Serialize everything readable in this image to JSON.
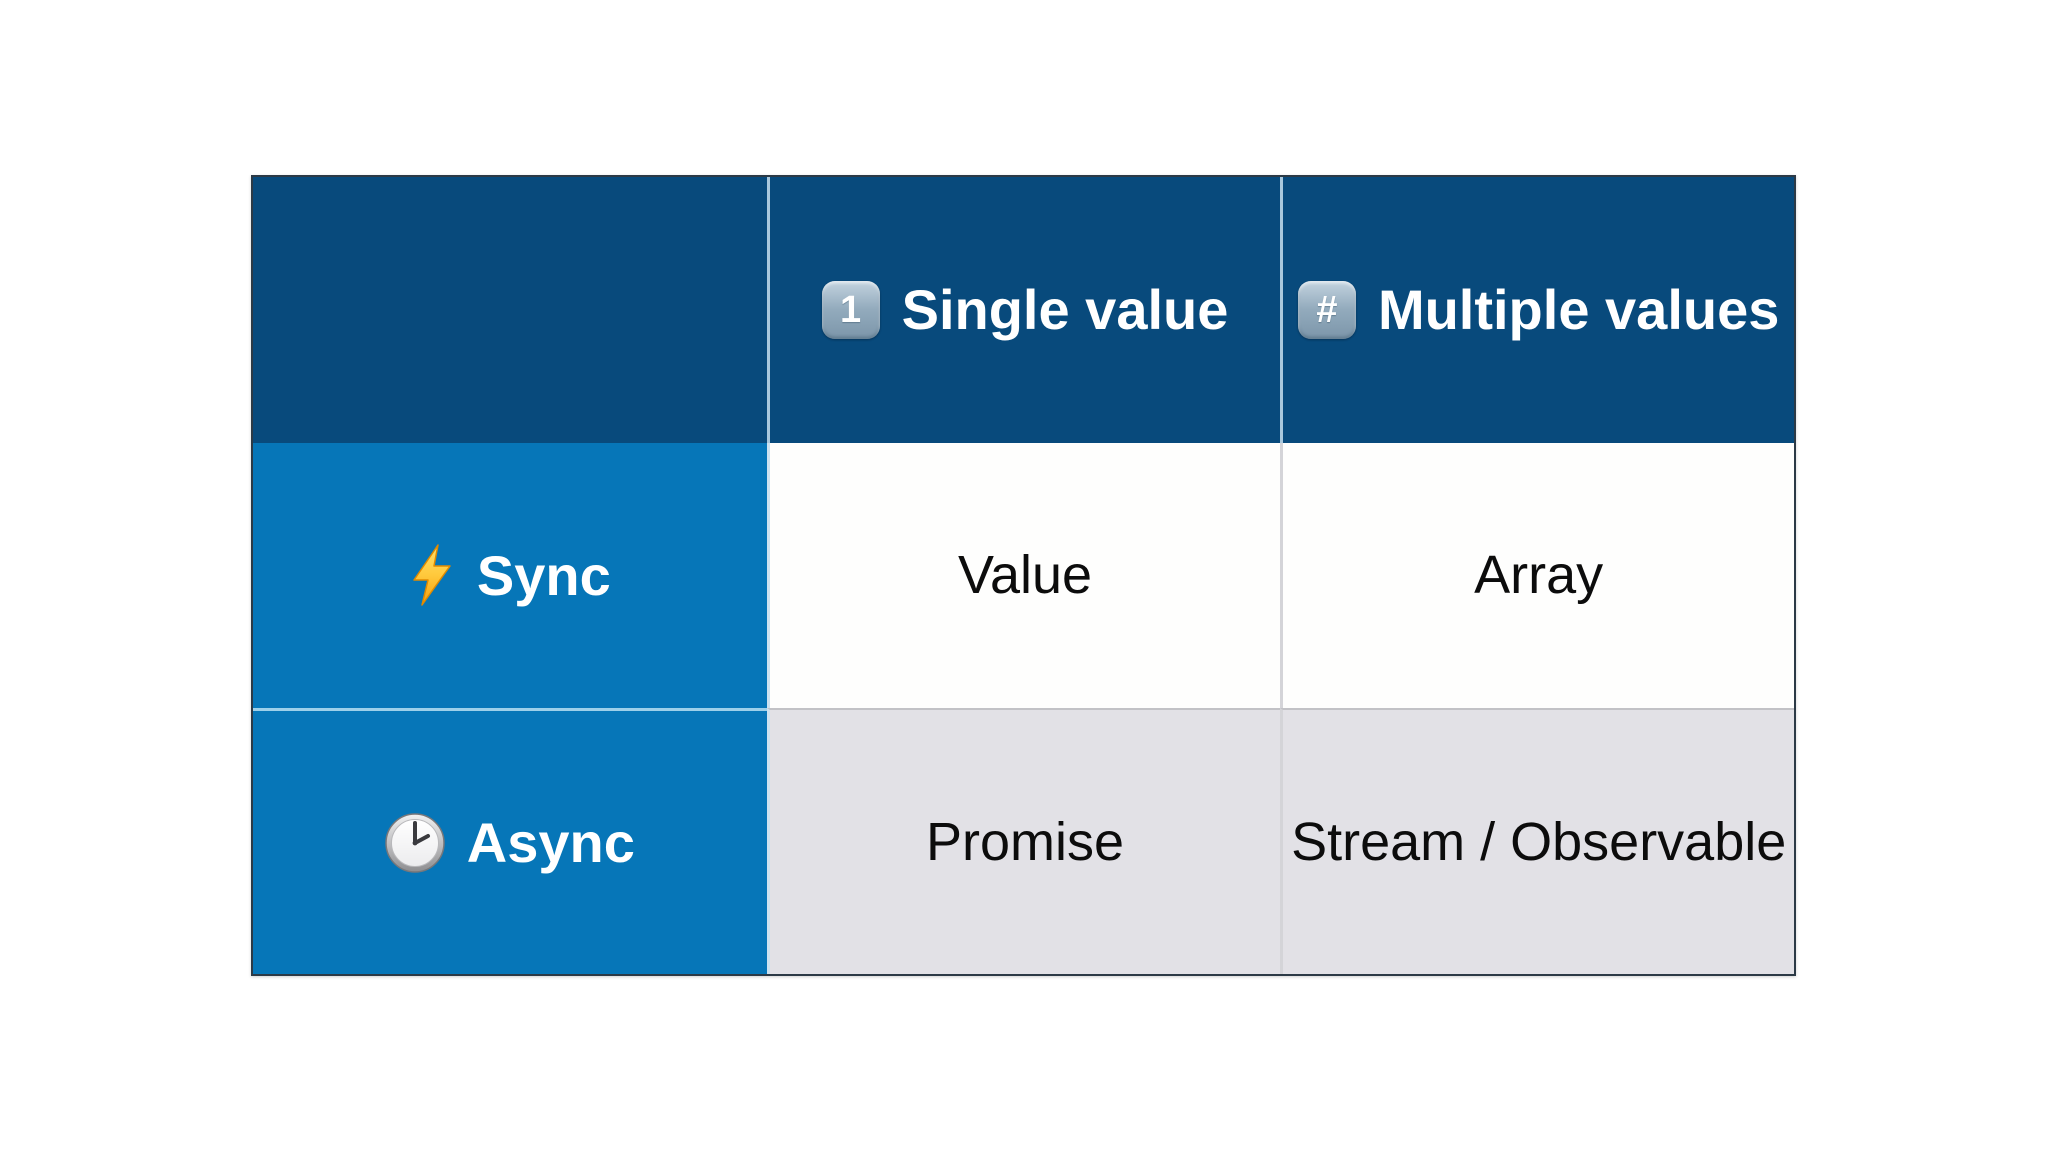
{
  "slide": {
    "description": "sync-async value-type comparison matrix",
    "background": "#ffffff"
  },
  "table": {
    "corner_label": "",
    "columns": [
      {
        "label": "Single value",
        "icon": "keycap-1-icon",
        "keycap_glyph": "1"
      },
      {
        "label": "Multiple values",
        "icon": "keycap-hash-icon",
        "keycap_glyph": "#"
      }
    ],
    "rows": [
      {
        "label": "Sync",
        "icon": "lightning-icon",
        "cells": [
          "Value",
          "Array"
        ]
      },
      {
        "label": "Async",
        "icon": "clock-icon",
        "cells": [
          "Promise",
          "Stream / Observable"
        ]
      }
    ]
  },
  "colors": {
    "header_bg": "#084a7c",
    "row_label_bg": "#0676b8",
    "cell_white_bg": "#fefefd",
    "cell_gray_bg": "#e2e1e6",
    "header_text": "#ffffff",
    "cell_text": "#0c0c0c",
    "table_border": "#2c3a46",
    "lightning_yellow": "#ffd34d",
    "lightning_orange": "#f59e0b"
  }
}
